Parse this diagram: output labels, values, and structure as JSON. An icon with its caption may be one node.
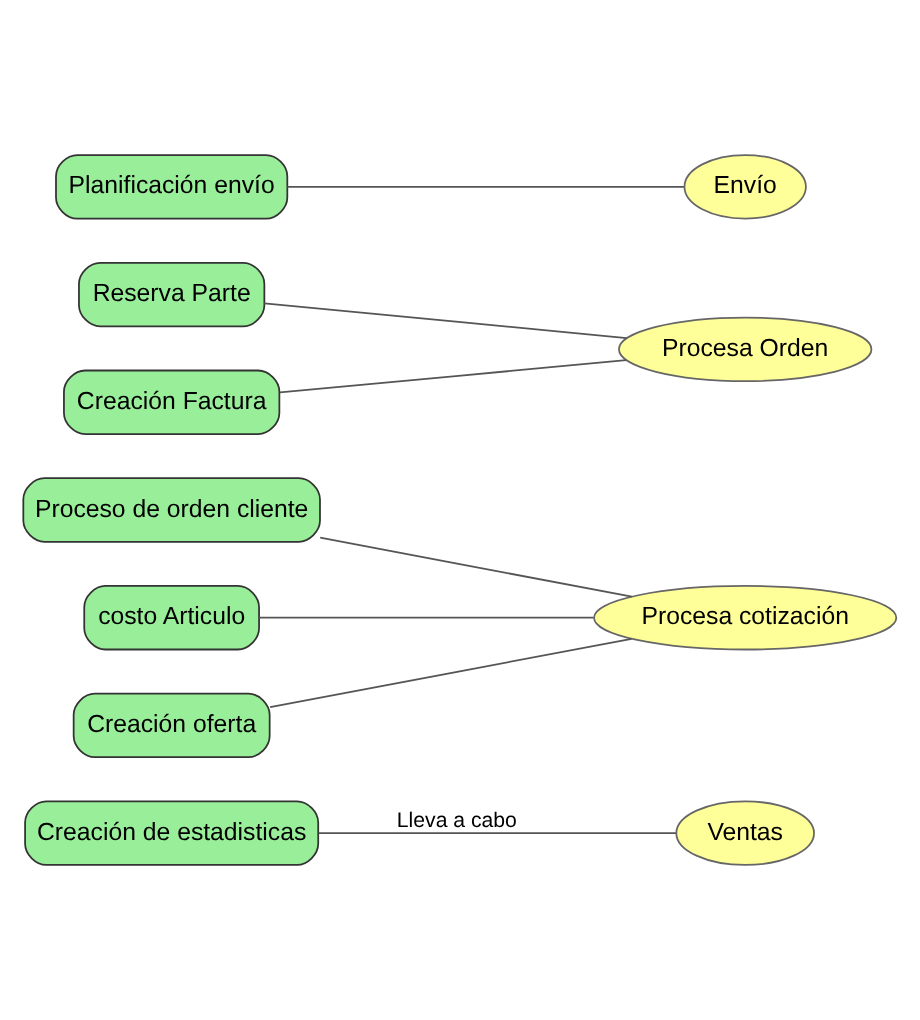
{
  "diagram": {
    "nodes": [
      {
        "text": [
          "Creación de estadisticas"
        ]
      },
      {
        "text": [
          "Ventas"
        ]
      },
      {
        "text": [
          "Proceso de orden cliente"
        ]
      },
      {
        "text": [
          "costo Articulo"
        ]
      },
      {
        "text": [
          "Creación oferta"
        ]
      },
      {
        "text": [
          "Procesa cotización"
        ]
      },
      {
        "text": [
          "Reserva Parte"
        ]
      },
      {
        "text": [
          "Creación Factura"
        ]
      },
      {
        "text": [
          "Procesa Orden"
        ]
      },
      {
        "text": [
          "Planificación envío"
        ]
      },
      {
        "text": [
          "Envío"
        ]
      }
    ],
    "edges": [
      {
        "from": 0,
        "to": 1,
        "arrow": "none",
        "label": "Lleva a cabo"
      },
      {
        "from": 2,
        "to": 5,
        "arrow": "none"
      },
      {
        "from": 3,
        "to": 5,
        "arrow": "none"
      },
      {
        "from": 4,
        "to": 5,
        "arrow": "none"
      },
      {
        "from": 6,
        "to": 8,
        "arrow": "none"
      },
      {
        "from": 7,
        "to": 8,
        "arrow": "none"
      },
      {
        "from": 9,
        "to": 10,
        "arrow": "none"
      }
    ]
  }
}
